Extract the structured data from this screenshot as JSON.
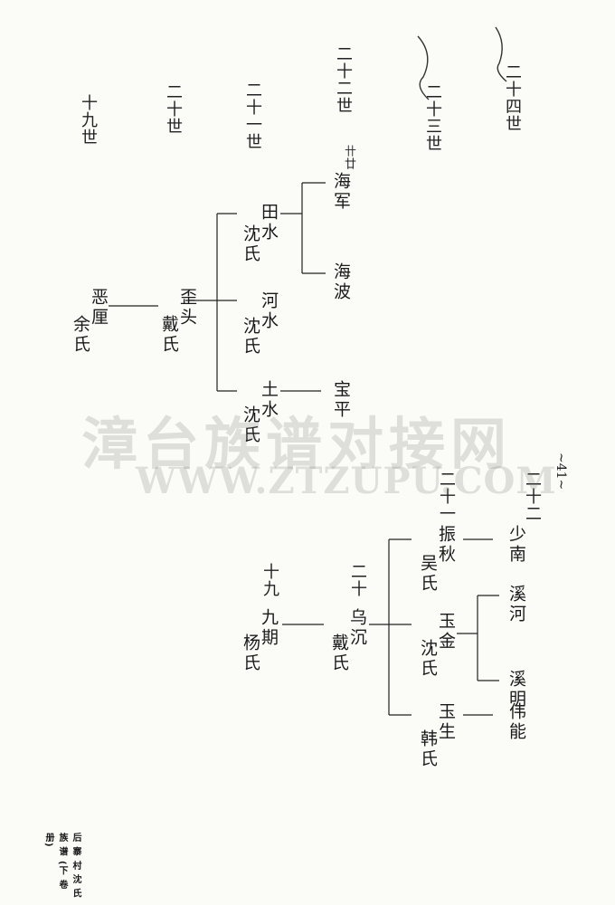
{
  "generations": {
    "g19": "十九世",
    "g20": "二十世",
    "g21": "二十一世",
    "g22": "二十二世",
    "g22_note": "卄廿",
    "g23": "二十三世",
    "g24": "二十四世"
  },
  "tree1": {
    "root_name": "恶厘",
    "root_spouse": "余氏",
    "gen2_name": "歪头",
    "gen2_spouse": "戴氏",
    "child_tianshui": "田水",
    "child_tianshui_spouse": "沈氏",
    "child_heshui": "河水",
    "child_heshui_spouse": "沈氏",
    "child_tushui": "土水",
    "child_tushui_spouse": "沈氏",
    "gc_haijun": "海军",
    "gc_haibo": "海波",
    "gc_baoping": "宝平"
  },
  "tree2": {
    "root_name": "九期",
    "root_spouse": "杨氏",
    "root_gen_note": "十九",
    "gen2_name": "乌沉",
    "gen2_spouse": "戴氏",
    "gen2_note": "二十",
    "child_zhenqiu": "振秋",
    "child_zhenqiu_spouse": "吴氏",
    "child_zhenqiu_note": "二十一",
    "child_yujin": "玉金",
    "child_yujin_spouse": "沈氏",
    "child_yusheng": "玉生",
    "child_yusheng_spouse": "韩氏",
    "gc_shaonan": "少南",
    "gc_shaonan_note": "二十二",
    "gc_xihe": "溪河",
    "gc_ximing": "溪明",
    "gc_weineng": "伟能"
  },
  "page_number": "~41~",
  "footer": "后 寨 村 沈 氏 族 谱 (下 卷 册)",
  "watermark": {
    "line1": "漳台族谱对接网",
    "line2": "WWW.ZTZUPU.COM"
  }
}
